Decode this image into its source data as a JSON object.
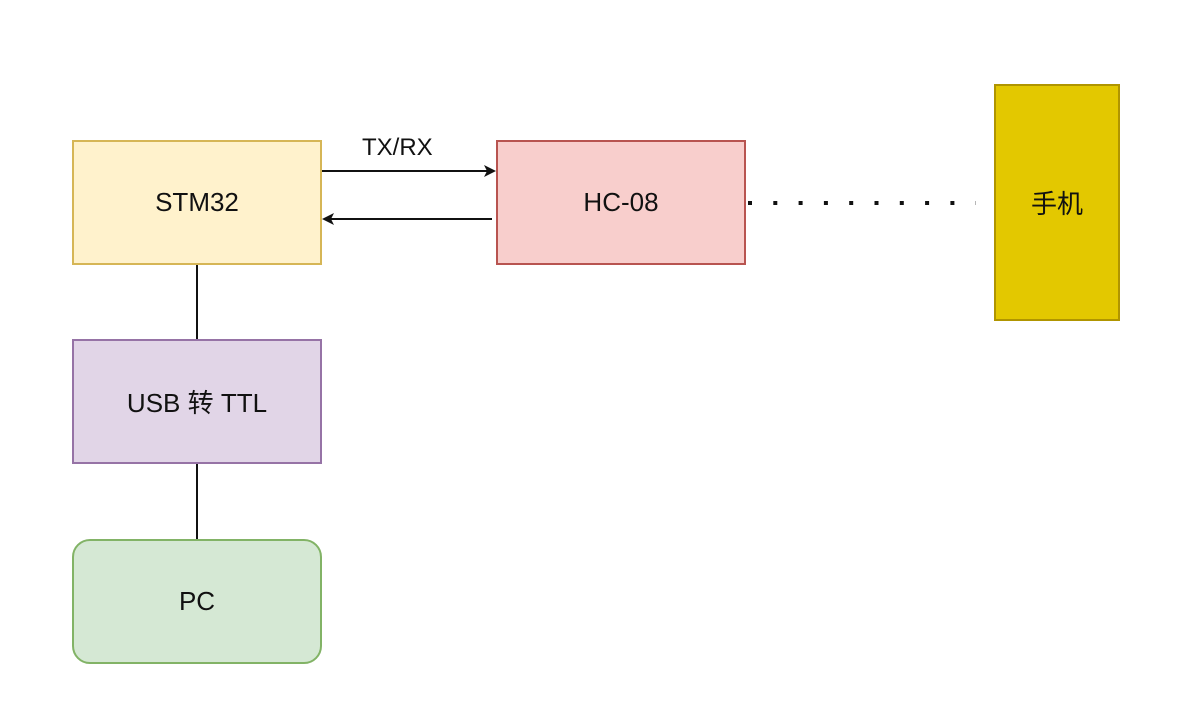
{
  "nodes": {
    "stm32": "STM32",
    "hc08": "HC-08",
    "phone": "手机",
    "usb_ttl": "USB 转 TTL",
    "pc": "PC"
  },
  "edges": {
    "txrx_label": "TX/RX"
  },
  "colors": {
    "stm32_fill": "#fff2cc",
    "stm32_stroke": "#d6b656",
    "hc08_fill": "#f8cecc",
    "hc08_stroke": "#b85450",
    "phone_fill": "#e3c800",
    "phone_stroke": "#b09500",
    "usb_ttl_fill": "#e1d5e7",
    "usb_ttl_stroke": "#9673a6",
    "pc_fill": "#d5e8d4",
    "pc_stroke": "#82b366",
    "line": "#111111"
  }
}
